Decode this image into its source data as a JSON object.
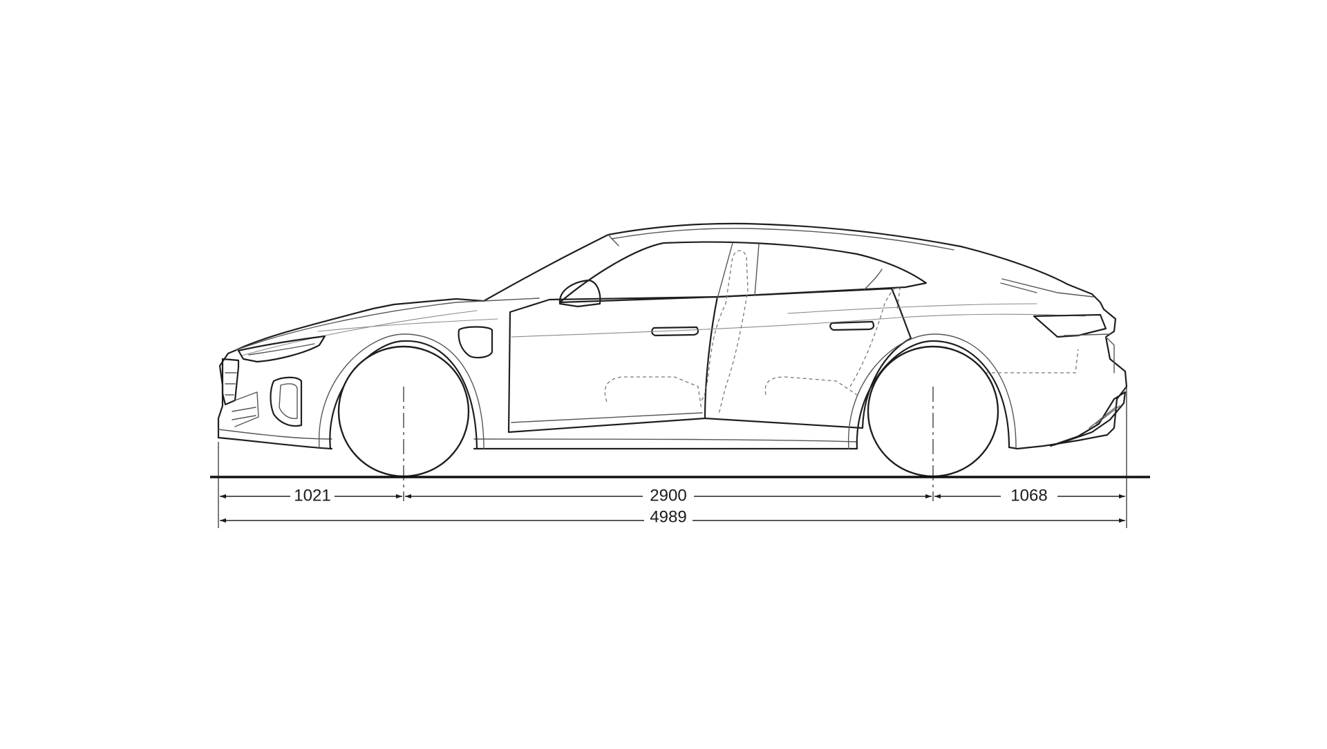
{
  "dimensions": {
    "front_overhang": "1021",
    "wheelbase": "2900",
    "rear_overhang": "1068",
    "overall_length": "4989"
  }
}
